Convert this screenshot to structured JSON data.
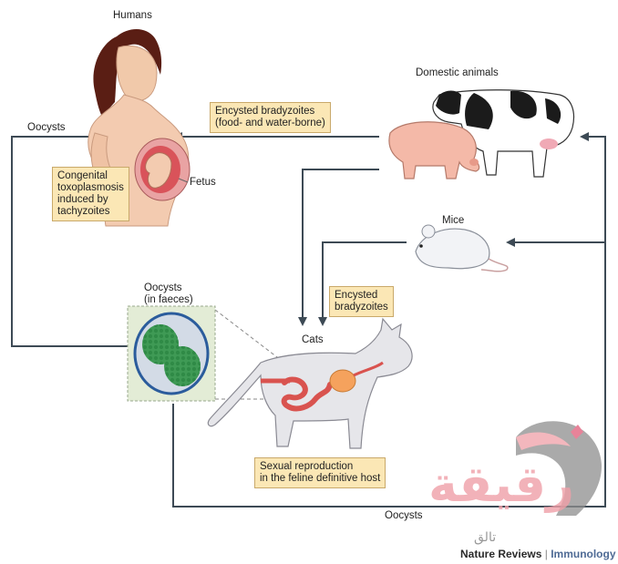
{
  "labels": {
    "humans": "Humans",
    "fetus": "Fetus",
    "domestic_animals": "Domestic animals",
    "mice": "Mice",
    "cats": "Cats",
    "oocysts_left": "Oocysts",
    "oocysts_faeces": "Oocysts\n(in faeces)",
    "oocysts_bottom": "Oocysts"
  },
  "boxes": {
    "encysted_food": "Encysted bradyzoites\n(food- and water-borne)",
    "congenital": "Congenital\ntoxoplasmosis\ninduced by\ntachyzoites",
    "encysted_mice": "Encysted\nbradyzoites",
    "sexual_reproduction": "Sexual reproduction\nin the feline definitive host"
  },
  "watermark": {
    "arabic_main": "رقيقة",
    "arabic_sub": "تالق"
  },
  "credit": {
    "publisher": "Nature Reviews",
    "separator": "|",
    "journal": "Immunology"
  },
  "colors": {
    "arrow": "#3d4a55",
    "box_fill": "#fbe7b5",
    "box_border": "#c9a96a",
    "watermark_pink": "#f0a0a8",
    "oocyst_green": "#3f9a55"
  }
}
